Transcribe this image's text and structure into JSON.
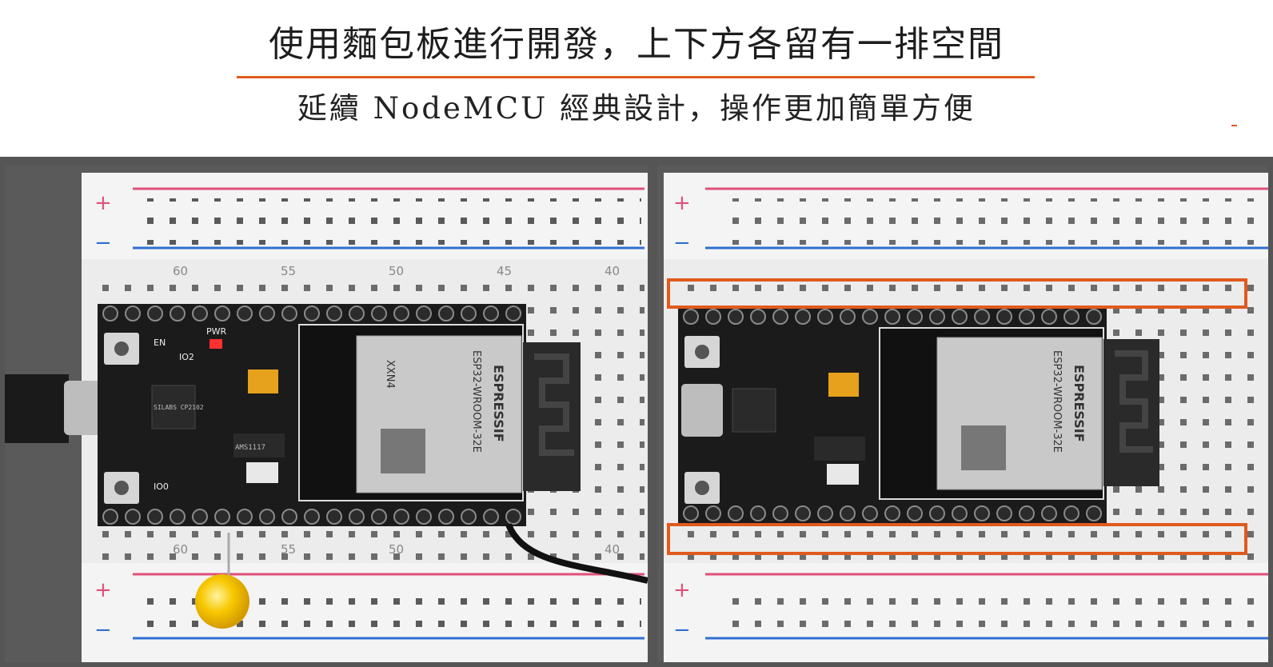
{
  "header": {
    "title": "使用麵包板進行開發，上下方各留有一排空間",
    "subtitle": "延續 NodeMCU 經典設計，操作更加簡單方便"
  },
  "board": {
    "module_brand": "ESPRESSIF",
    "module_model": "ESP32-WROOM-32E",
    "module_code": "XXN4",
    "power_label": "PWR",
    "io_label": "IO2",
    "en_label": "EN",
    "boot_label": "IO0",
    "chip_label": "SILABS CP2102",
    "regulator_label": "AMS1117"
  },
  "breadboard": {
    "plus_sign": "+",
    "minus_sign": "−",
    "row_numbers": [
      "60",
      "55",
      "50",
      "45",
      "40"
    ]
  },
  "colors": {
    "highlight": "#e05a1e",
    "rail_red": "#e0507a",
    "rail_blue": "#2f6fd0",
    "pcb": "#1b1b1b",
    "led": "#f4c200"
  }
}
